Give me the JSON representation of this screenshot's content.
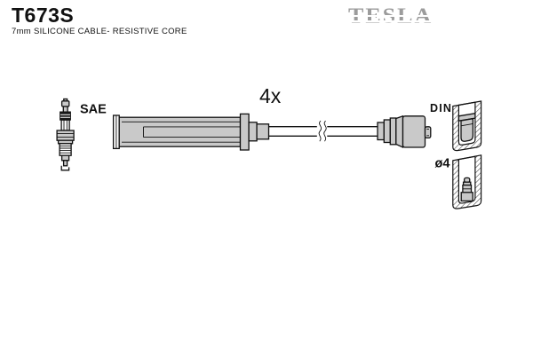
{
  "header": {
    "part_number": "T673S",
    "subtitle": "7mm SILICONE CABLE- RESISTIVE CORE",
    "brand": "TESLA"
  },
  "diagram": {
    "labels": {
      "plug_end_standard": "SAE",
      "quantity": "4x",
      "distributor_end_standard": "DIN",
      "terminal_diameter": "ø4"
    },
    "colors": {
      "part_fill": "#c9c9c9",
      "outline": "#111111",
      "brand_logo": "#9c9c9c",
      "background": "#ffffff"
    }
  }
}
